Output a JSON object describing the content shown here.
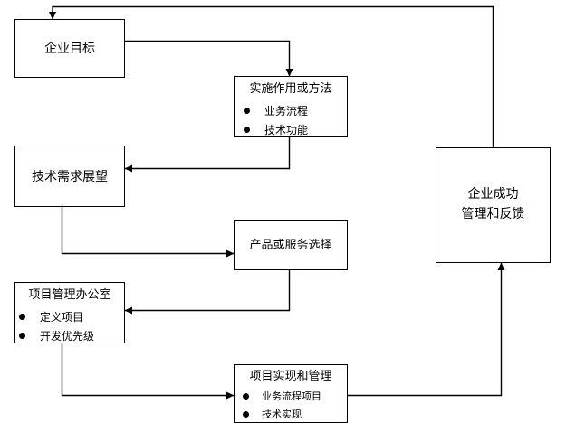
{
  "diagram": {
    "type": "flowchart",
    "background_color": "#ffffff",
    "line_color": "#000000",
    "nodes": [
      {
        "id": "enterprise-goal",
        "title": "企业目标",
        "title_lines": [
          "企业目标"
        ],
        "bullets": []
      },
      {
        "id": "implementation-method",
        "title": "实施作用或方法",
        "title_lines": [
          "实施作用或方法"
        ],
        "bullets": [
          "业务流程",
          "技术功能"
        ]
      },
      {
        "id": "tech-demand-outlook",
        "title": "技术需求展望",
        "title_lines": [
          "技术需求展望"
        ],
        "bullets": []
      },
      {
        "id": "product-service-choice",
        "title": "产品或服务选择",
        "title_lines": [
          "产品或服务选择"
        ],
        "bullets": []
      },
      {
        "id": "pmo",
        "title": "项目管理办公室",
        "title_lines": [
          "项目管理办公室"
        ],
        "bullets": [
          "定义项目",
          "开发优先级"
        ]
      },
      {
        "id": "project-impl-mgmt",
        "title": "项目实现和管理",
        "title_lines": [
          "项目实现和管理"
        ],
        "bullets": [
          "业务流程项目",
          "技术实现"
        ]
      },
      {
        "id": "enterprise-success",
        "title": "企业成功 管理和反馈",
        "title_lines": [
          "企业成功",
          "管理和反馈"
        ],
        "bullets": []
      }
    ],
    "edges": [
      {
        "id": "edge-goal-to-method",
        "from": "enterprise-goal",
        "to": "implementation-method"
      },
      {
        "id": "edge-method-to-outlook",
        "from": "implementation-method",
        "to": "tech-demand-outlook"
      },
      {
        "id": "edge-outlook-to-product",
        "from": "tech-demand-outlook",
        "to": "product-service-choice"
      },
      {
        "id": "edge-product-to-pmo",
        "from": "product-service-choice",
        "to": "pmo"
      },
      {
        "id": "edge-pmo-to-project",
        "from": "pmo",
        "to": "project-impl-mgmt"
      },
      {
        "id": "edge-project-to-success",
        "from": "project-impl-mgmt",
        "to": "enterprise-success"
      },
      {
        "id": "edge-success-to-goal",
        "from": "enterprise-success",
        "to": "enterprise-goal"
      }
    ]
  }
}
